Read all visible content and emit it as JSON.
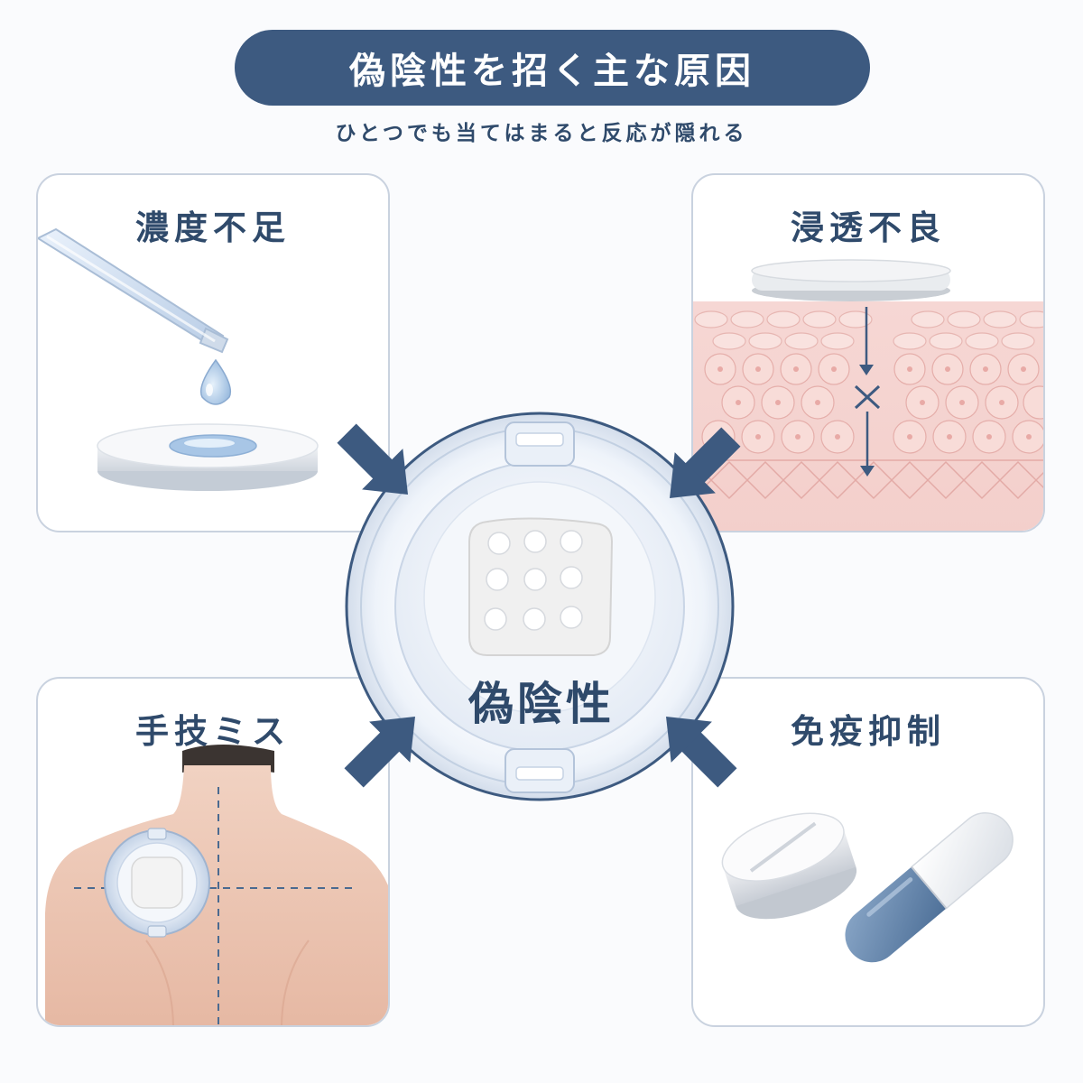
{
  "header": {
    "title": "偽陰性を招く主な原因",
    "subtitle": "ひとつでも当てはまると反応が隠れる"
  },
  "center": {
    "label": "偽陰性"
  },
  "causes": [
    {
      "label": "濃度不足",
      "icon": "dropper-on-disc-icon"
    },
    {
      "label": "浸透不良",
      "icon": "skin-layer-blocked-icon"
    },
    {
      "label": "手技ミス",
      "icon": "patch-on-back-icon"
    },
    {
      "label": "免疫抑制",
      "icon": "pill-and-capsule-icon"
    }
  ],
  "colors": {
    "primary": "#3d5a80",
    "text": "#2f4a6b",
    "card_border": "#c9d2df",
    "skin": "#f4cfcc",
    "capsule_blue": "#6e8fb3"
  }
}
